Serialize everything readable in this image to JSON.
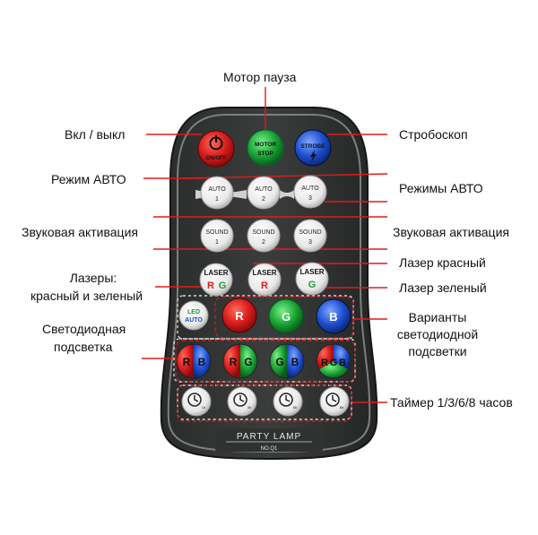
{
  "callouts": {
    "motor_pause": "Мотор пауза",
    "on_off": "Вкл / выкл",
    "strobe": "Стробоскоп",
    "auto_mode": "Режим АВТО",
    "auto_modes": "Режимы АВТО",
    "sound_left": "Звуковая активация",
    "sound_right": "Звуковая активация",
    "lasers_line1": "Лазеры:",
    "lasers_line2": "красный и зеленый",
    "laser_red": "Лазер красный",
    "laser_green": "Лазер зеленый",
    "led_line1": "Светодиодная",
    "led_line2": "подсветка",
    "variants_line1": "Варианты",
    "variants_line2": "светодиодной",
    "variants_line3": "подсветки",
    "timer": "Таймер 1/3/6/8 часов"
  },
  "remote": {
    "brand": "PARTY LAMP",
    "model": "NO.Q1",
    "power": {
      "label": "ON/OFF",
      "color": "#e02020"
    },
    "motor": {
      "line1": "MOTOR",
      "line2": "STOP",
      "color": "#1c8a2c"
    },
    "strobe": {
      "line1": "STROBE",
      "color": "#1f4fc4"
    },
    "auto": [
      {
        "word": "AUTO",
        "num": "1"
      },
      {
        "word": "AUTO",
        "num": "2"
      },
      {
        "word": "AUTO",
        "num": "3"
      }
    ],
    "sound": [
      {
        "word": "SOUND",
        "num": "1"
      },
      {
        "word": "SOUND",
        "num": "2"
      },
      {
        "word": "SOUND",
        "num": "3"
      }
    ],
    "laser_word": "LASER",
    "laser_rg": {
      "r": "R",
      "g": "G"
    },
    "laser_r": "R",
    "laser_g": "G",
    "led_auto": {
      "line1": "LED",
      "line2": "AUTO"
    },
    "colors_row": [
      "R",
      "G",
      "B"
    ],
    "combo_rb": {
      "a": "R",
      "b": "B"
    },
    "combo_rg": {
      "a": "R",
      "b": "G"
    },
    "combo_gb": {
      "a": "G",
      "b": "B"
    },
    "combo_rgb": {
      "a": "R",
      "b": "G",
      "c": "B"
    },
    "timer_marks": [
      "1h",
      "3h",
      "6h",
      "8h"
    ],
    "accent_red": "#d41f1f",
    "accent_green": "#19a033",
    "accent_blue": "#1f4fd0"
  }
}
